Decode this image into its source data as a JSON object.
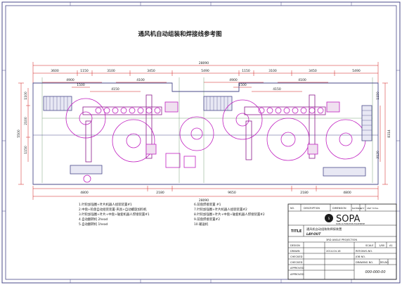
{
  "title": "通风机自动组装和焊接线参考图",
  "dimensions": {
    "top_total": "28090",
    "top_row": [
      "3600",
      "1150",
      "3100",
      "3450",
      "5490",
      "1150",
      "3100",
      "3450",
      "5490"
    ],
    "upper_left": [
      "4900",
      "4100",
      "1500",
      "4150",
      "4900",
      "4100",
      "1500",
      "4150"
    ],
    "left_side": [
      "1100",
      "2100",
      "1150",
      "5500"
    ],
    "right_side": [
      "1150",
      "8314",
      "3120"
    ],
    "bottom_row": [
      "4800",
      "2180",
      "9650",
      "2180",
      "4800"
    ],
    "bottom_total": "28090"
  },
  "legend": [
    "1.叶轮加强圈+叶片机器人组装装置#1",
    "2.中盘+轮盘自动组装装置-夹具+自动螺旋加料机",
    "3.叶轮加强圈+叶片+中盘+轴套机器人焊接装置#1",
    "4.自动翻转机 2head",
    "5.自动翻转机 1head",
    "6.前盘焊接装置 #1",
    "7.叶轮加强圈+叶片机器人组装装置#2",
    "8.叶轮加强圈+叶片+中盘+轴套机器人焊接装置#2",
    "9.前盘焊接装置#2",
    "10.输送机"
  ],
  "title_block": {
    "header_cols": [
      "NO.",
      "DESCRIPTION",
      "DIMENSION",
      "MATERIAL",
      "QTY",
      "UNIT TOTAL"
    ],
    "brand": "SOPA",
    "brand_sub": "SOPA AUTOMATION EQUIPMENT",
    "title_label": "TITLE",
    "title_value": "通风机自动组装和焊接装置",
    "subtitle": "LAY-OUT",
    "projection": "3RD ANGLE PROJECTION",
    "rows": [
      {
        "label": "DESIGN",
        "value": ""
      },
      {
        "label": "DRAWN",
        "value": "2014.04.16"
      },
      {
        "label": "CHECKED",
        "value": ""
      },
      {
        "label": "CHECKED",
        "value": ""
      },
      {
        "label": "APPROVED",
        "value": ""
      },
      {
        "label": "APPROVED",
        "value": ""
      }
    ],
    "scale_label": "SCALE",
    "scale_value": "1/60",
    "size_value": "A1",
    "ref_label": "REF.DWG.NO.",
    "job_label": "JOB NO.",
    "rev_label": "REV.NO",
    "drawing_label": "DRAWING NO.",
    "drawing_value": "000-000-00"
  },
  "colors": {
    "frame": "#4a4a8a",
    "dimension": "#d01818",
    "equipment": "#c020c0",
    "guide": "#7aa37a",
    "text": "#1a1a1a"
  }
}
